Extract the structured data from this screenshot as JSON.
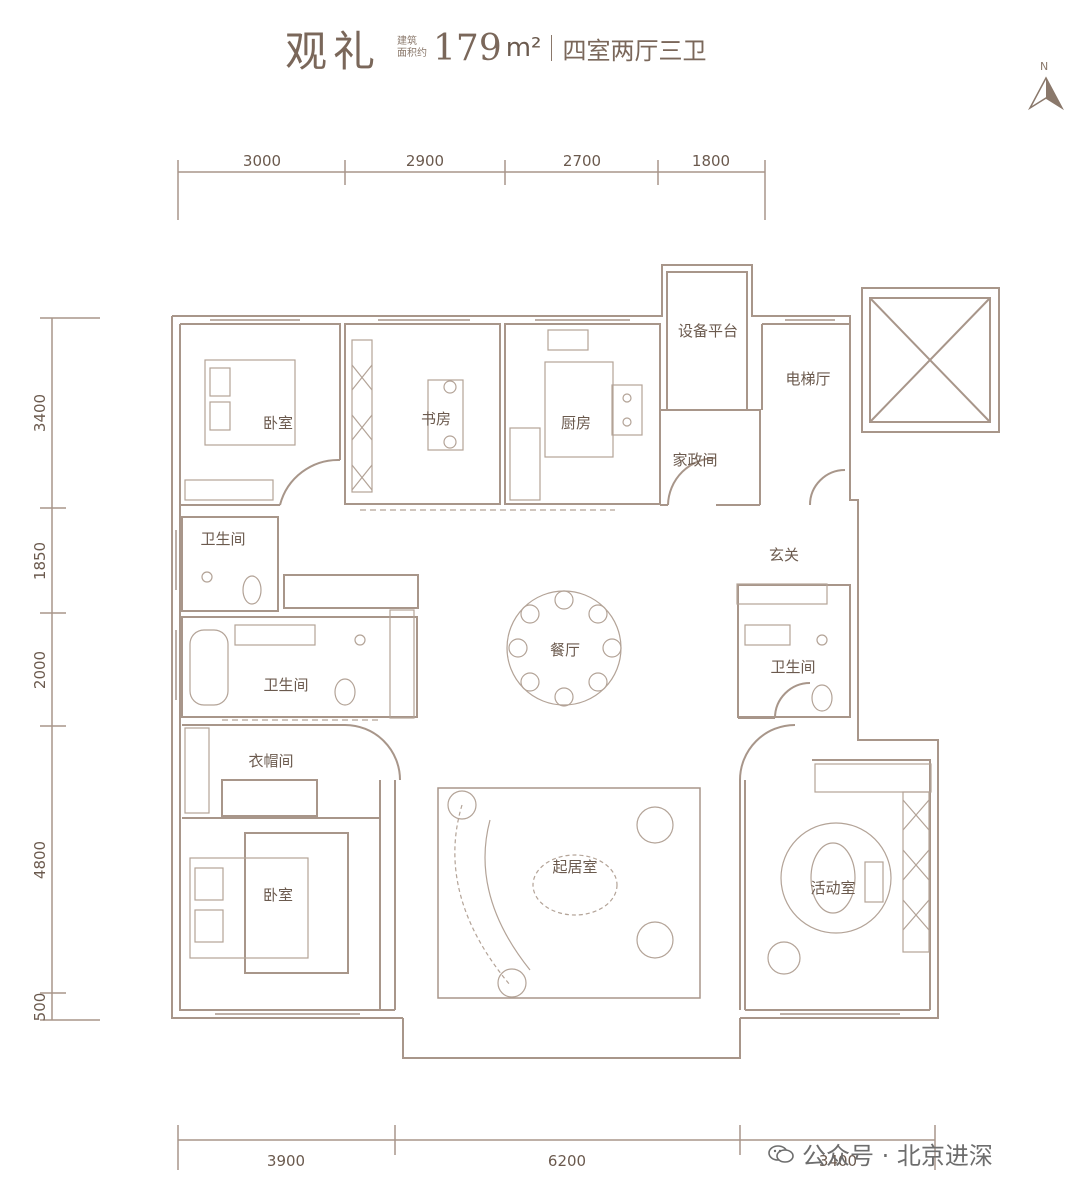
{
  "title": {
    "name": "观礼",
    "area_label_1": "建筑",
    "area_label_2": "面积约",
    "area_value": "179",
    "area_unit": "m²",
    "layout": "四室两厅三卫"
  },
  "compass": {
    "letter": "N"
  },
  "dimensions": {
    "top": [
      "3000",
      "2900",
      "2700",
      "1800"
    ],
    "left": [
      "3400",
      "1850",
      "2000",
      "4800",
      "500"
    ],
    "bottom": [
      "3900",
      "6200",
      "3400"
    ]
  },
  "rooms": {
    "bedroom_top": "卧室",
    "study": "书房",
    "kitchen": "厨房",
    "equipment": "设备平台",
    "elevator": "电梯厅",
    "housekeeping": "家政间",
    "bath_left": "卫生间",
    "foyer": "玄关",
    "dining": "餐厅",
    "bath_master": "卫生间",
    "bath_right": "卫生间",
    "closet": "衣帽间",
    "living": "起居室",
    "activity": "活动室",
    "bedroom_bottom": "卧室"
  },
  "watermark": {
    "text": "公众号 · 北京进深"
  },
  "colors": {
    "wall": "#a8968a",
    "text": "#6b5a4e",
    "furniture": "#b3a397"
  }
}
